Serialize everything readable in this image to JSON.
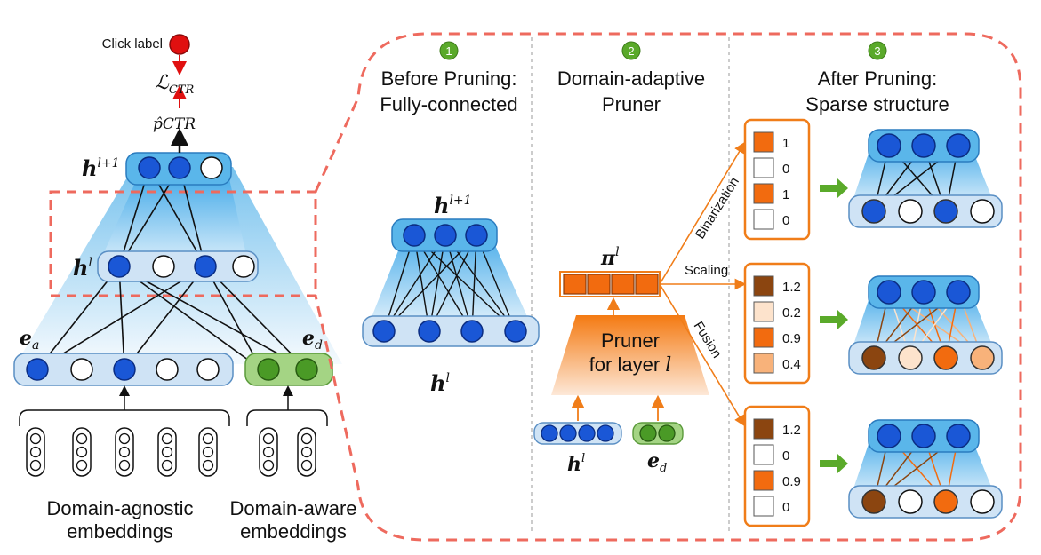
{
  "click_label": "Click label",
  "loss_label": "ℒ",
  "loss_sub": "CTR",
  "pctr_label": "p̂CTR",
  "var_h": "h",
  "sup_l1": "l+1",
  "sup_l": "l",
  "var_e": "e",
  "sub_a": "a",
  "sub_d": "d",
  "var_pi": "π",
  "embeddings": {
    "agnostic_line1": "Domain-agnostic",
    "agnostic_line2": "embeddings",
    "aware_line1": "Domain-aware",
    "aware_line2": "embeddings"
  },
  "steps": [
    {
      "num": "1",
      "line1": "Before Pruning:",
      "line2": "Fully-connected"
    },
    {
      "num": "2",
      "line1": "Domain-adaptive",
      "line2": "Pruner"
    },
    {
      "num": "3",
      "line1": "After Pruning:",
      "line2": "Sparse structure"
    }
  ],
  "pruner": {
    "line1": "Pruner",
    "line2": "for layer ",
    "layer_var": "l"
  },
  "branches": {
    "binarization": "Binarization",
    "scaling": "Scaling",
    "fusion": "Fusion"
  },
  "mask_values": {
    "binarization": [
      "1",
      "0",
      "1",
      "0"
    ],
    "scaling": [
      "1.2",
      "0.2",
      "0.9",
      "0.4"
    ],
    "fusion": [
      "1.2",
      "0",
      "0.9",
      "0"
    ]
  },
  "mask_colors": {
    "binarization": [
      "#f26b0f",
      "#ffffff",
      "#f26b0f",
      "#ffffff"
    ],
    "scaling": [
      "#8b4510",
      "#fde3cc",
      "#f26b0f",
      "#f8b27a"
    ],
    "fusion": [
      "#8b4510",
      "#ffffff",
      "#f26b0f",
      "#ffffff"
    ]
  },
  "colors": {
    "blue_node": "#1a57d6",
    "green_node": "#4a9a26",
    "orange": "#f07d19",
    "dashed_red": "#ee6a5e",
    "arrow_green": "#5aaa2a",
    "red_dot": "#e01010"
  }
}
